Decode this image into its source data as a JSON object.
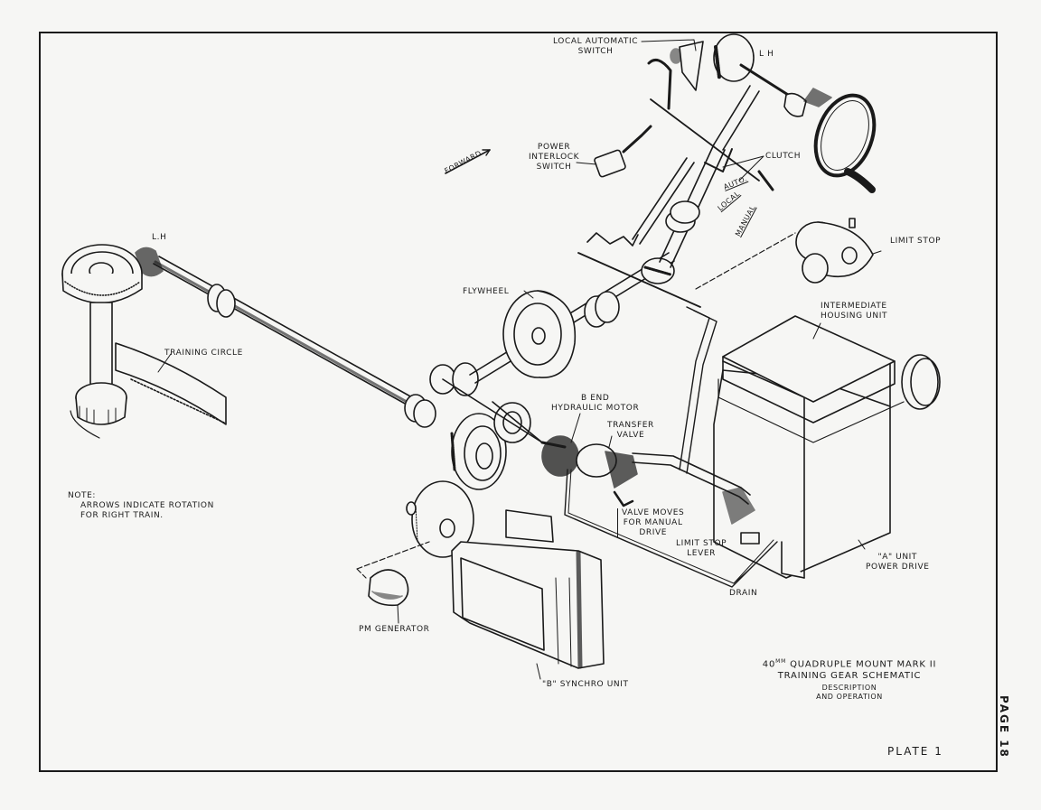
{
  "document": {
    "title_block": {
      "line1_prefix": "40",
      "line1_superscript": "MM",
      "line1_main": "QUADRUPLE MOUNT MARK II",
      "line2": "TRAINING GEAR SCHEMATIC",
      "line3": "DESCRIPTION",
      "line4": "AND OPERATION"
    },
    "plate": "PLATE 1",
    "page": "PAGE 18"
  },
  "note": {
    "heading": "NOTE:",
    "line1": "ARROWS INDICATE ROTATION",
    "line2": "FOR RIGHT TRAIN."
  },
  "labels": {
    "local_automatic_switch_1": "LOCAL AUTOMATIC",
    "local_automatic_switch_2": "SWITCH",
    "lh_top": "L H",
    "lh_left": "L.H",
    "power_interlock_1": "POWER",
    "power_interlock_2": "INTERLOCK",
    "power_interlock_3": "SWITCH",
    "forward": "FORWARD",
    "clutch": "CLUTCH",
    "auto": "AUTO.",
    "local": "LOCAL",
    "manual": "MANUAL",
    "limit_stop": "LIMIT STOP",
    "flywheel": "FLYWHEEL",
    "intermediate_housing_1": "INTERMEDIATE",
    "intermediate_housing_2": "HOUSING UNIT",
    "training_circle": "TRAINING CIRCLE",
    "b_end_1": "B END",
    "b_end_2": "HYDRAULIC MOTOR",
    "transfer_valve_1": "TRANSFER",
    "transfer_valve_2": "VALVE",
    "valve_moves_1": "VALVE MOVES",
    "valve_moves_2": "FOR MANUAL",
    "valve_moves_3": "DRIVE",
    "limit_stop_lever_1": "LIMIT STOP",
    "limit_stop_lever_2": "LEVER",
    "a_unit_1": "\"A\" UNIT",
    "a_unit_2": "POWER DRIVE",
    "drain": "DRAIN",
    "pm_generator": "PM GENERATOR",
    "b_synchro": "\"B\" SYNCHRO UNIT"
  },
  "colors": {
    "ink": "#1a1a1a",
    "paper": "#f6f6f4"
  }
}
